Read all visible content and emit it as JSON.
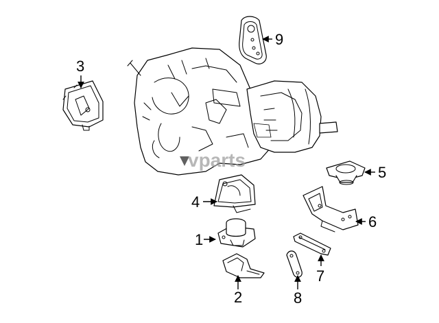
{
  "watermark": {
    "text": "vparts",
    "color": "#9a9a9a"
  },
  "callouts": [
    {
      "id": "1",
      "label": "1"
    },
    {
      "id": "2",
      "label": "2"
    },
    {
      "id": "3",
      "label": "3"
    },
    {
      "id": "4",
      "label": "4"
    },
    {
      "id": "5",
      "label": "5"
    },
    {
      "id": "6",
      "label": "6"
    },
    {
      "id": "7",
      "label": "7"
    },
    {
      "id": "8",
      "label": "8"
    },
    {
      "id": "9",
      "label": "9"
    }
  ]
}
